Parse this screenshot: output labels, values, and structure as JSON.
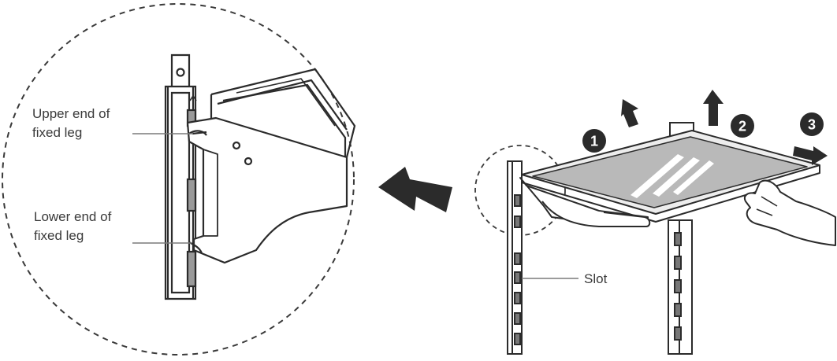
{
  "callouts": {
    "upper_line1": "Upper end of",
    "upper_line2": "fixed leg",
    "lower_line1": "Lower end of",
    "lower_line2": "fixed leg",
    "slot": "Slot"
  },
  "steps": [
    "1",
    "2",
    "3"
  ],
  "colors": {
    "line": "#2b2b2b",
    "glass": "#b9b9b9",
    "shelf_frame": "#ededed",
    "step_badge": "#2b2b2b",
    "arrow": "#2b2b2b"
  },
  "icons": {
    "magnify_circle": "dashed-circle",
    "direction_arrow": "arrow-left-icon",
    "lift_arrows": "arrow-up-icon"
  }
}
